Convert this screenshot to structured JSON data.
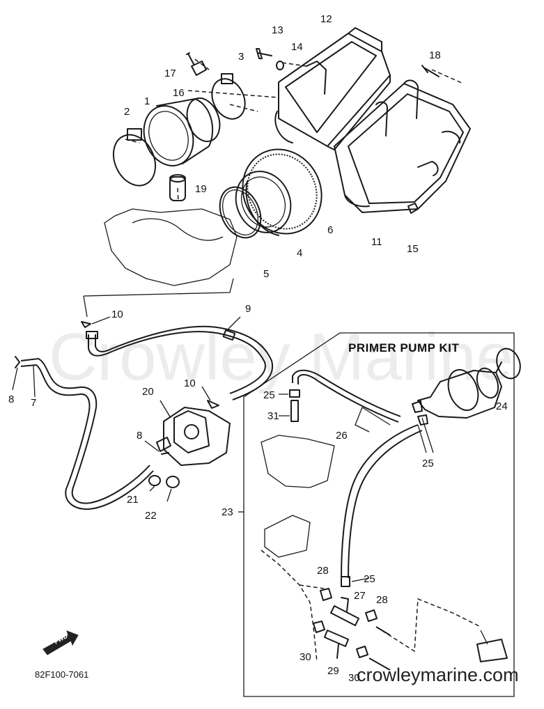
{
  "watermark": "Crowley Marine",
  "kit_title": "PRIMER PUMP KIT",
  "diagram_code": "82F100-7061",
  "fwd_label": "FWD",
  "site_url": "crowleymarine.com",
  "callouts": {
    "c1": "1",
    "c2": "2",
    "c3": "3",
    "c4": "4",
    "c5": "5",
    "c6": "6",
    "c7": "7",
    "c8a": "8",
    "c8b": "8",
    "c9": "9",
    "c10a": "10",
    "c10b": "10",
    "c11": "11",
    "c12": "12",
    "c13": "13",
    "c14": "14",
    "c15": "15",
    "c16": "16",
    "c17": "17",
    "c18": "18",
    "c19": "19",
    "c20": "20",
    "c21": "21",
    "c22": "22",
    "c23": "23",
    "c24": "24",
    "c25a": "25",
    "c25b": "25",
    "c25c": "25",
    "c26": "26",
    "c27": "27",
    "c28a": "28",
    "c28b": "28",
    "c29": "29",
    "c30a": "30",
    "c30b": "30",
    "c31": "31"
  }
}
